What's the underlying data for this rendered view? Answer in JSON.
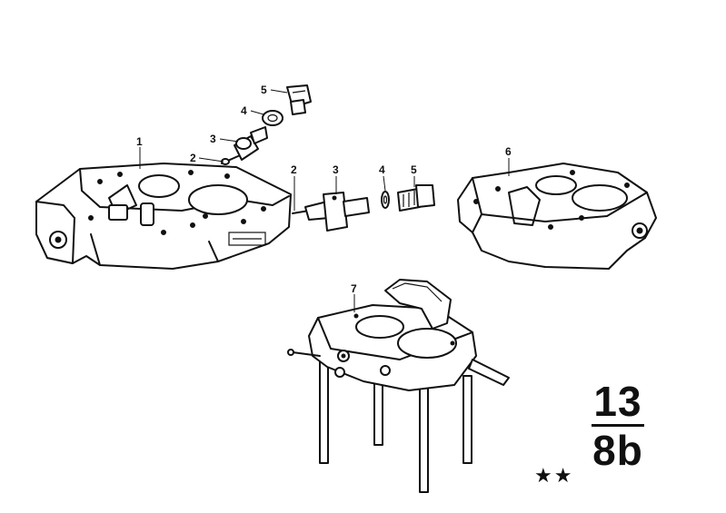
{
  "diagram": {
    "callouts": [
      {
        "id": "c1",
        "label": "1"
      },
      {
        "id": "c2a",
        "label": "2"
      },
      {
        "id": "c3a",
        "label": "3"
      },
      {
        "id": "c4a",
        "label": "4"
      },
      {
        "id": "c5a",
        "label": "5"
      },
      {
        "id": "c2b",
        "label": "2"
      },
      {
        "id": "c3b",
        "label": "3"
      },
      {
        "id": "c4b",
        "label": "4"
      },
      {
        "id": "c5b",
        "label": "5"
      },
      {
        "id": "c6",
        "label": "6"
      },
      {
        "id": "c7",
        "label": "7"
      }
    ],
    "group": {
      "number": "13",
      "sub": "8b",
      "stars": "★★"
    }
  }
}
